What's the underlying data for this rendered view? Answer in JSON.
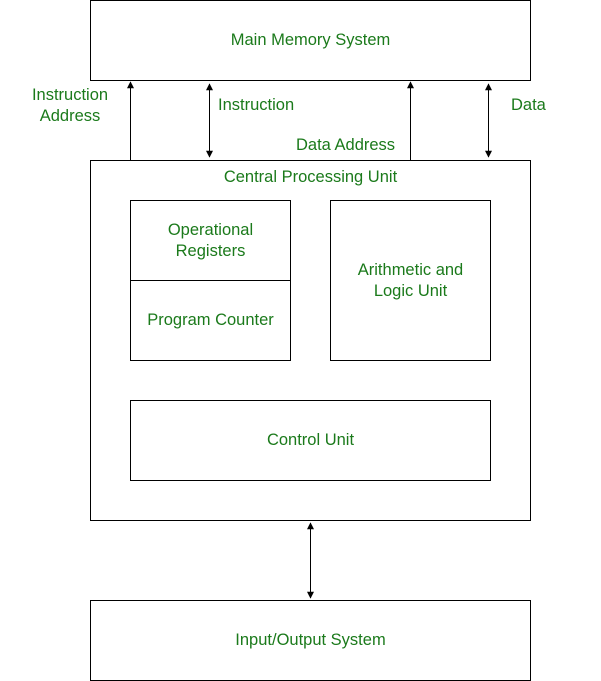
{
  "colors": {
    "text": "#1b7a1b",
    "stroke": "#000000"
  },
  "nodes": {
    "main_memory": "Main Memory System",
    "cpu": "Central Processing Unit",
    "operational_registers": "Operational\nRegisters",
    "program_counter": "Program Counter",
    "alu": "Arithmetic and\nLogic Unit",
    "control_unit": "Control Unit",
    "io_system": "Input/Output System"
  },
  "edges": {
    "instruction_address": "Instruction\nAddress",
    "instruction": "Instruction",
    "data_address": "Data Address",
    "data": "Data"
  }
}
